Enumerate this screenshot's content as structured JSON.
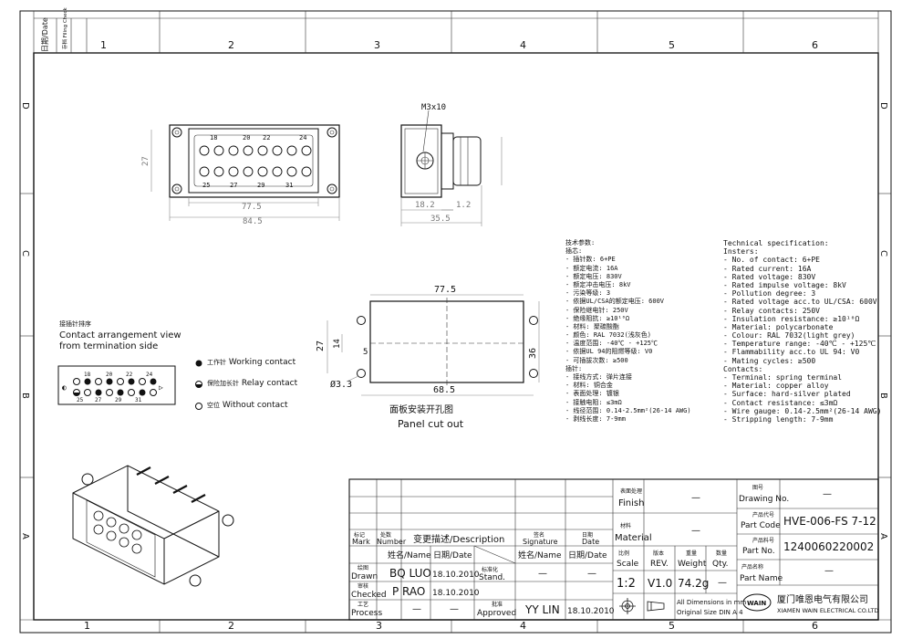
{
  "frame": {
    "date_label": "日期/Date",
    "filing_label": "存档 Filing Check",
    "cols": [
      "1",
      "2",
      "3",
      "4",
      "5",
      "6"
    ],
    "rows": [
      "D",
      "C",
      "B",
      "A"
    ]
  },
  "front_view": {
    "top_labels": [
      "18",
      "20",
      "22",
      "24"
    ],
    "bottom_labels": [
      "25",
      "27",
      "29",
      "31"
    ],
    "dim_inner": "77.5",
    "dim_outer": "84.5",
    "dim_height": "27"
  },
  "side_view": {
    "screw": "M3x10",
    "dim_a": "18.2",
    "dim_b": "1.2",
    "dim_c": "35.5"
  },
  "cutout": {
    "dim_width": "77.5",
    "dim_holes": "68.5",
    "dim_height": "27",
    "dim_14": "14",
    "dim_36": "36",
    "dim_5": "5",
    "dim_hole": "Ø3.3",
    "title_cn": "面板安装开孔图",
    "title_en": "Panel cut out"
  },
  "arrangement": {
    "title_cn": "接插针排序",
    "title_en_1": "Contact arrangement view",
    "title_en_2": "from termination side",
    "top_labels": [
      "18",
      "20",
      "22",
      "24"
    ],
    "bottom_labels": [
      "25",
      "27",
      "29",
      "31"
    ],
    "legend": [
      {
        "cn": "工作针",
        "en": "Working contact"
      },
      {
        "cn": "保险加长针",
        "en": "Relay contact"
      },
      {
        "cn": "空位",
        "en": "Without contact"
      }
    ]
  },
  "spec_cn": [
    "技术参数:",
    "插芯:",
    "- 插针数: 6+PE",
    "- 额定电流: 16A",
    "- 额定电压: 830V",
    "- 额定冲击电压: 8kV",
    "- 污染等级: 3",
    "- 依据UL/CSA的额定电压: 600V",
    "- 保险继电针: 250V",
    "- 绝缘阻抗: ≥10¹⁰Ω",
    "- 材料: 聚碳酸酯",
    "- 颜色: RAL 7032(浅灰色)",
    "- 温度范围: -40℃ - +125℃",
    "- 依据UL 94的阻燃等级: V0",
    "- 可插拔次数: ≥500",
    "插针:",
    "- 接线方式: 弹片连接",
    "- 材料: 铜合金",
    "- 表面处理: 镀银",
    "- 接触电阻: ≤3mΩ",
    "- 线径范围: 0.14-2.5mm²(26-14 AWG)",
    "- 剥线长度: 7-9mm"
  ],
  "spec_en": [
    "Technical specification:",
    "Insters:",
    "- No. of contact: 6+PE",
    "- Rated current: 16A",
    "- Rated voltage: 830V",
    "- Rated impulse voltage: 8kV",
    "- Pollution degree: 3",
    "- Rated voltage acc.to UL/CSA: 600V",
    "- Relay contacts: 250V",
    "- Insulation resistance: ≥10¹⁰Ω",
    "- Material: polycarbonate",
    "- Colour: RAL 7032(light grey)",
    "- Temperature range: -40℃ - +125℃",
    "- Flammability acc.to UL 94: V0",
    "- Mating cycles: ≥500",
    "Contacts:",
    "- Terminal: spring terminal",
    "- Material: copper alloy",
    "- Surface: hard-silver plated",
    "- Contact resistance: ≤3mΩ",
    "- Wire gauge: 0.14-2.5mm²(26-14 AWG)",
    "- Stripping length: 7-9mm"
  ],
  "title_block": {
    "mark_cn": "标记",
    "mark": "Mark",
    "number_cn": "处数",
    "number": "Number",
    "description": "变更描述/Description",
    "signature_cn": "签名",
    "signature": "Signature",
    "date_cn": "日期",
    "date": "Date",
    "name_head": "姓名/Name",
    "date_head": "日期/Date",
    "drawn_cn": "绘图",
    "drawn": "Drawn",
    "drawn_name": "BQ LUO",
    "drawn_date": "18.10.2010",
    "stand_cn": "标准化",
    "stand": "Stand.",
    "dash": "—",
    "checked_cn": "审核",
    "checked": "Checked",
    "checked_name": "P RAO",
    "checked_date": "18.10.2010",
    "process_cn": "工艺",
    "process": "Process",
    "approved_cn": "批准",
    "approved": "Approved",
    "approved_name": "YY LIN",
    "approved_date": "18.10.2010",
    "finish_cn": "表面处理",
    "finish": "Finish",
    "material_cn": "材料",
    "material": "Material",
    "scale_cn": "比例",
    "scale": "Scale",
    "rev_cn": "版本",
    "rev": "REV.",
    "weight_cn": "重量",
    "weight": "Weight",
    "qty_cn": "数量",
    "qty": "Qty.",
    "scale_val": "1:2",
    "rev_val": "V1.0",
    "weight_val": "74.2g",
    "dims_note": "All Dimensions in mm",
    "size_note": "Original Size DIN A 4",
    "drawing_no_cn": "图号",
    "drawing_no": "Drawing No.",
    "part_code_cn": "产品代号",
    "part_code": "Part Code",
    "part_code_val": "HVE-006-FS 7-12",
    "part_no_cn": "产品料号",
    "part_no": "Part No.",
    "part_no_val": "1240060220002",
    "part_name_cn": "产品名称",
    "part_name": "Part Name"
  },
  "company": {
    "logo": "WAIN",
    "name_cn": "厦门唯恩电气有限公司",
    "name_en": "XIAMEN WAIN ELECTRICAL CO.LTD"
  }
}
